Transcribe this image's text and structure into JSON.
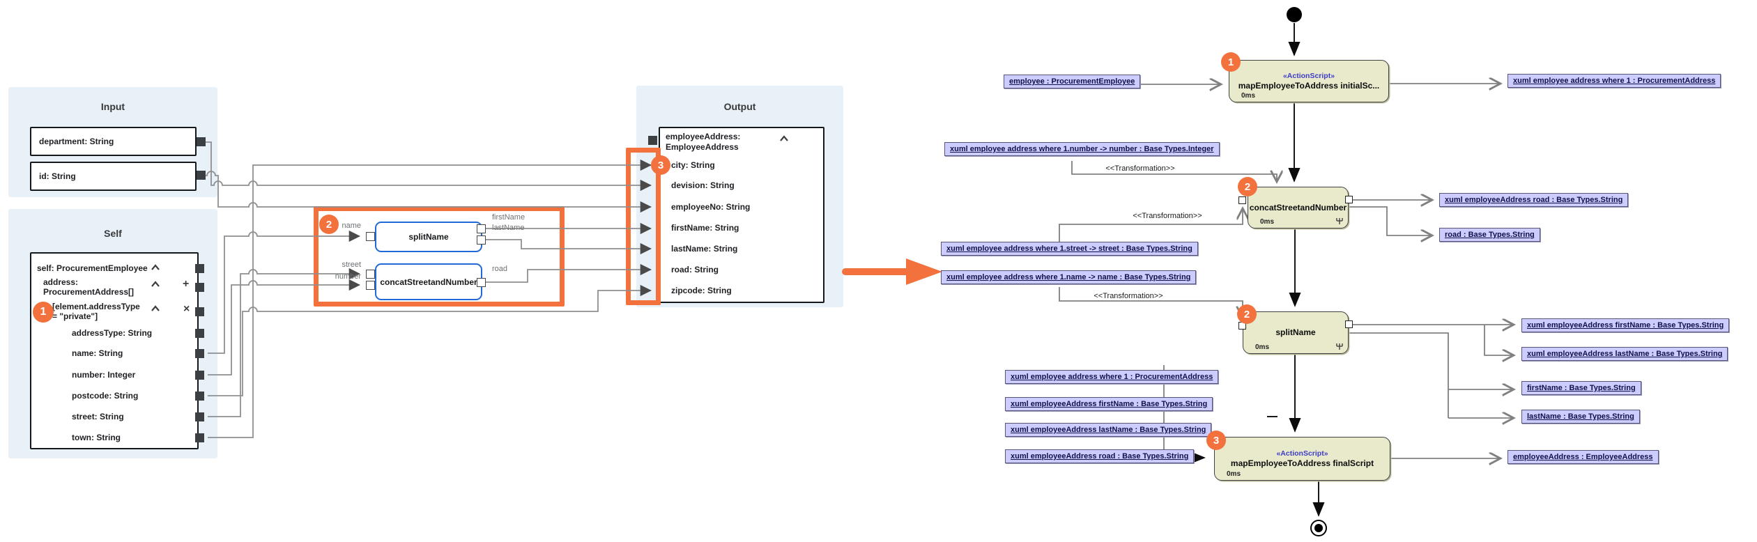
{
  "colors": {
    "accent_orange": "#F2713C",
    "panel_blue": "#E8F1F8",
    "function_border_blue": "#2169D6",
    "node_fill_khaki": "#E9E9CC",
    "object_label_fill": "#CCCCFF",
    "stereotype_blue": "#3C3CC8",
    "wire_gray": "#8F8F8F",
    "edge_gray": "#808080"
  },
  "left": {
    "input_panel": {
      "title": "Input",
      "fields": [
        "department: String",
        "id: String"
      ]
    },
    "self_panel": {
      "title": "Self",
      "root": "self: ProcurementEmployee",
      "address_line1": "address:",
      "address_line2": "ProcurementAddress[]",
      "filter_line1": "[element.addressType",
      "filter_line2": "= \"private\"]",
      "fields": [
        "addressType: String",
        "name: String",
        "number: Integer",
        "postcode: String",
        "street: String",
        "town: String"
      ]
    },
    "output_panel": {
      "title": "Output",
      "root_line1": "employeeAddress:",
      "root_line2": "EmployeeAddress",
      "fields": [
        "city: String",
        "devision: String",
        "employeeNo: String",
        "firstName: String",
        "lastName: String",
        "road: String",
        "zipcode: String"
      ]
    },
    "functions": {
      "split": {
        "name": "splitName",
        "in1": "name",
        "out1": "firstName",
        "out2": "lastName"
      },
      "concat": {
        "name": "concatStreetandNumber",
        "in1": "street",
        "in2": "number",
        "out1": "road"
      }
    },
    "badges": {
      "b1": "1",
      "b2": "2",
      "b3": "3"
    }
  },
  "right": {
    "stereotype": "«ActionScript»",
    "duration": "0ms",
    "transformation": "<<Transformation>>",
    "badges": {
      "n1": "1",
      "n2": "2",
      "n3": "2",
      "n4": "3"
    },
    "nodes": {
      "n1": "mapEmployeeToAddress initialSc...",
      "n2": "concatStreetandNumber",
      "n3": "splitName",
      "n4": "mapEmployeeToAddress finalScript"
    },
    "objects": {
      "employee": "employee : ProcurementEmployee",
      "addr_where": "xuml employee address where 1 : ProcurementAddress",
      "number_map": "xuml employee address where 1.number -> number : Base Types.Integer",
      "ea_road": "xuml employeeAddress road : Base Types.String",
      "road": "road : Base Types.String",
      "street_map": "xuml employee address where 1.street -> street : Base Types.String",
      "name_map": "xuml employee address where 1.name -> name : Base Types.String",
      "ea_first": "xuml employeeAddress firstName : Base Types.String",
      "ea_last": "xuml employeeAddress lastName : Base Types.String",
      "first": "firstName : Base Types.String",
      "last": "lastName : Base Types.String",
      "addr_where2": "xuml employee address where 1 : ProcurementAddress",
      "ea_first2": "xuml employeeAddress firstName : Base Types.String",
      "ea_last2": "xuml employeeAddress lastName : Base Types.String",
      "ea_road2": "xuml employeeAddress road : Base Types.String",
      "employee_address": "employeeAddress : EmployeeAddress"
    }
  }
}
